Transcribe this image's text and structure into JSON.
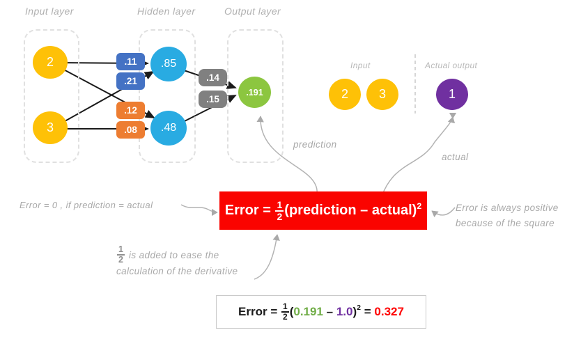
{
  "network": {
    "layers": [
      {
        "label": "Input layer",
        "nodes": [
          {
            "value": "2"
          },
          {
            "value": "3"
          }
        ]
      },
      {
        "label": "Hidden layer",
        "nodes": [
          {
            "value": ".85"
          },
          {
            "value": ".48"
          }
        ]
      },
      {
        "label": "Output layer",
        "nodes": [
          {
            "value": ".191"
          }
        ]
      }
    ],
    "weights": [
      {
        "value": ".11"
      },
      {
        "value": ".21"
      },
      {
        "value": ".12"
      },
      {
        "value": ".08"
      },
      {
        "value": ".14"
      },
      {
        "value": ".15"
      }
    ]
  },
  "sample": {
    "input_label": "Input",
    "input_nodes": [
      {
        "value": "2"
      },
      {
        "value": "3"
      }
    ],
    "actual_label": "Actual output",
    "actual_node": {
      "value": "1"
    }
  },
  "annotations": {
    "prediction_label": "prediction",
    "actual_label": "actual",
    "zero_error_note": "Error = 0 , if prediction = actual",
    "half_note": {
      "frac_num": "1",
      "frac_den": "2",
      "line1": "is added to ease the",
      "line2": "calculation of the derivative"
    },
    "positive_note_line1": "Error is always positive",
    "positive_note_line2": "because of the square"
  },
  "error_formula": {
    "lhs": "Error =",
    "frac_num": "1",
    "frac_den": "2",
    "body": "(prediction – actual)",
    "exponent": "2"
  },
  "error_calculation": {
    "lhs": "Error =",
    "frac_num": "1",
    "frac_den": "2",
    "open": "(",
    "prediction": "0.191",
    "minus": "–",
    "actual": "1.0",
    "close": ")",
    "exponent": "2",
    "equals": "=",
    "result": "0.327"
  },
  "colors": {
    "input_node": "#FEC107",
    "hidden_node": "#29ABE2",
    "output_node": "#8CC640",
    "actual_node": "#7030A0",
    "weight_blue": "#4472C4",
    "weight_orange": "#ED7D31",
    "weight_gray": "#808080",
    "error_box": "#FA0400",
    "prediction_text": "#70AD47",
    "actual_text": "#7030A0",
    "result_text": "#FF0000",
    "annotation_text": "#A9A9A9"
  }
}
